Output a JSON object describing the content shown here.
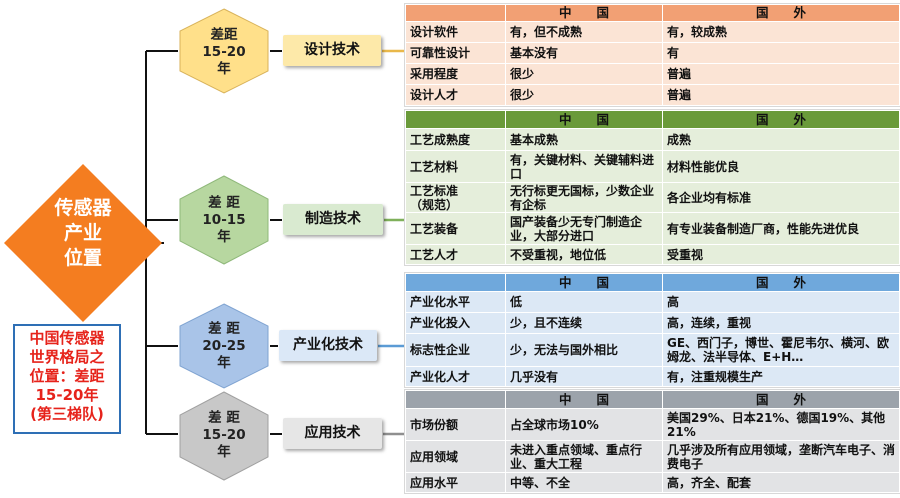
{
  "center": {
    "lines": [
      "传感器",
      "产业",
      "位置"
    ],
    "color": "#f47d20"
  },
  "summary": {
    "lines": [
      "中国传感器",
      "世界格局之",
      "位置：差距",
      "15-20年",
      "(第三梯队)"
    ],
    "color": "#e6231b"
  },
  "branches": [
    {
      "gap": [
        "差距",
        "15-20",
        "年"
      ],
      "tech": "设计技术",
      "colors": {
        "hex": "#ffe08a",
        "tech": "#fde9a9",
        "header": "#f2a074",
        "cell": "#fbe4d5"
      },
      "header": [
        "中　　国",
        "国　　外"
      ],
      "rows": [
        [
          "设计软件",
          "有，但不成熟",
          "有，较成熟"
        ],
        [
          "可靠性设计",
          "基本没有",
          "有"
        ],
        [
          "采用程度",
          "很少",
          "普遍"
        ],
        [
          "设计人才",
          "很少",
          "普遍"
        ]
      ]
    },
    {
      "gap": [
        "差 距",
        "10-15",
        "年"
      ],
      "tech": "制造技术",
      "colors": {
        "hex": "#b7d7a0",
        "tech": "#d9ead0",
        "header": "#6a9a3a",
        "cell": "#e5eedb"
      },
      "header": [
        "中　　国",
        "国　　外"
      ],
      "rows": [
        [
          "工艺成熟度",
          "基本成熟",
          "成熟"
        ],
        [
          "工艺材料",
          "有，关键材料、关键辅料进口",
          "材料性能优良"
        ],
        [
          "工艺标准\n（规范）",
          "无行标更无国标，少数企业有企标",
          "各企业均有标准"
        ],
        [
          "工艺装备",
          "国产装备少无专门制造企业，大部分进口",
          "有专业装备制造厂商，性能先进优良"
        ],
        [
          "工艺人才",
          "不受重视，地位低",
          "受重视"
        ]
      ]
    },
    {
      "gap": [
        "差 距",
        "20-25",
        "年"
      ],
      "tech": "产业化技术",
      "colors": {
        "hex": "#a9c4e8",
        "tech": "#dbe8f7",
        "header": "#6fa8dc",
        "cell": "#dce8f5"
      },
      "header": [
        "中　　国",
        "国　　外"
      ],
      "rows": [
        [
          "产业化水平",
          "低",
          "高"
        ],
        [
          "产业化投入",
          "少，且不连续",
          "高，连续，重视"
        ],
        [
          "标志性企业",
          "少，无法与国外相比",
          "GE、西门子，博世、霍尼韦尔、横河、欧姆龙、法半导体、E+H…"
        ],
        [
          "产业化人才",
          "几乎没有",
          "有，注重规模生产"
        ]
      ]
    },
    {
      "gap": [
        "差 距",
        "15-20",
        "年"
      ],
      "tech": "应用技术",
      "colors": {
        "hex": "#c8c8c8",
        "tech": "#e6e6e6",
        "header": "#9ca3ab",
        "cell": "#e2e3e5"
      },
      "header": [
        "中　　国",
        "国　　外"
      ],
      "rows": [
        [
          "市场份额",
          "占全球市场10%",
          "美国29%、日本21%、德国19%、其他21%"
        ],
        [
          "应用领域",
          "未进入重点领域、重点行业、重大工程",
          "几乎涉及所有应用领域，垄断汽车电子、消费电子"
        ],
        [
          "应用水平",
          "中等、不全",
          "高，齐全、配套"
        ]
      ]
    }
  ]
}
